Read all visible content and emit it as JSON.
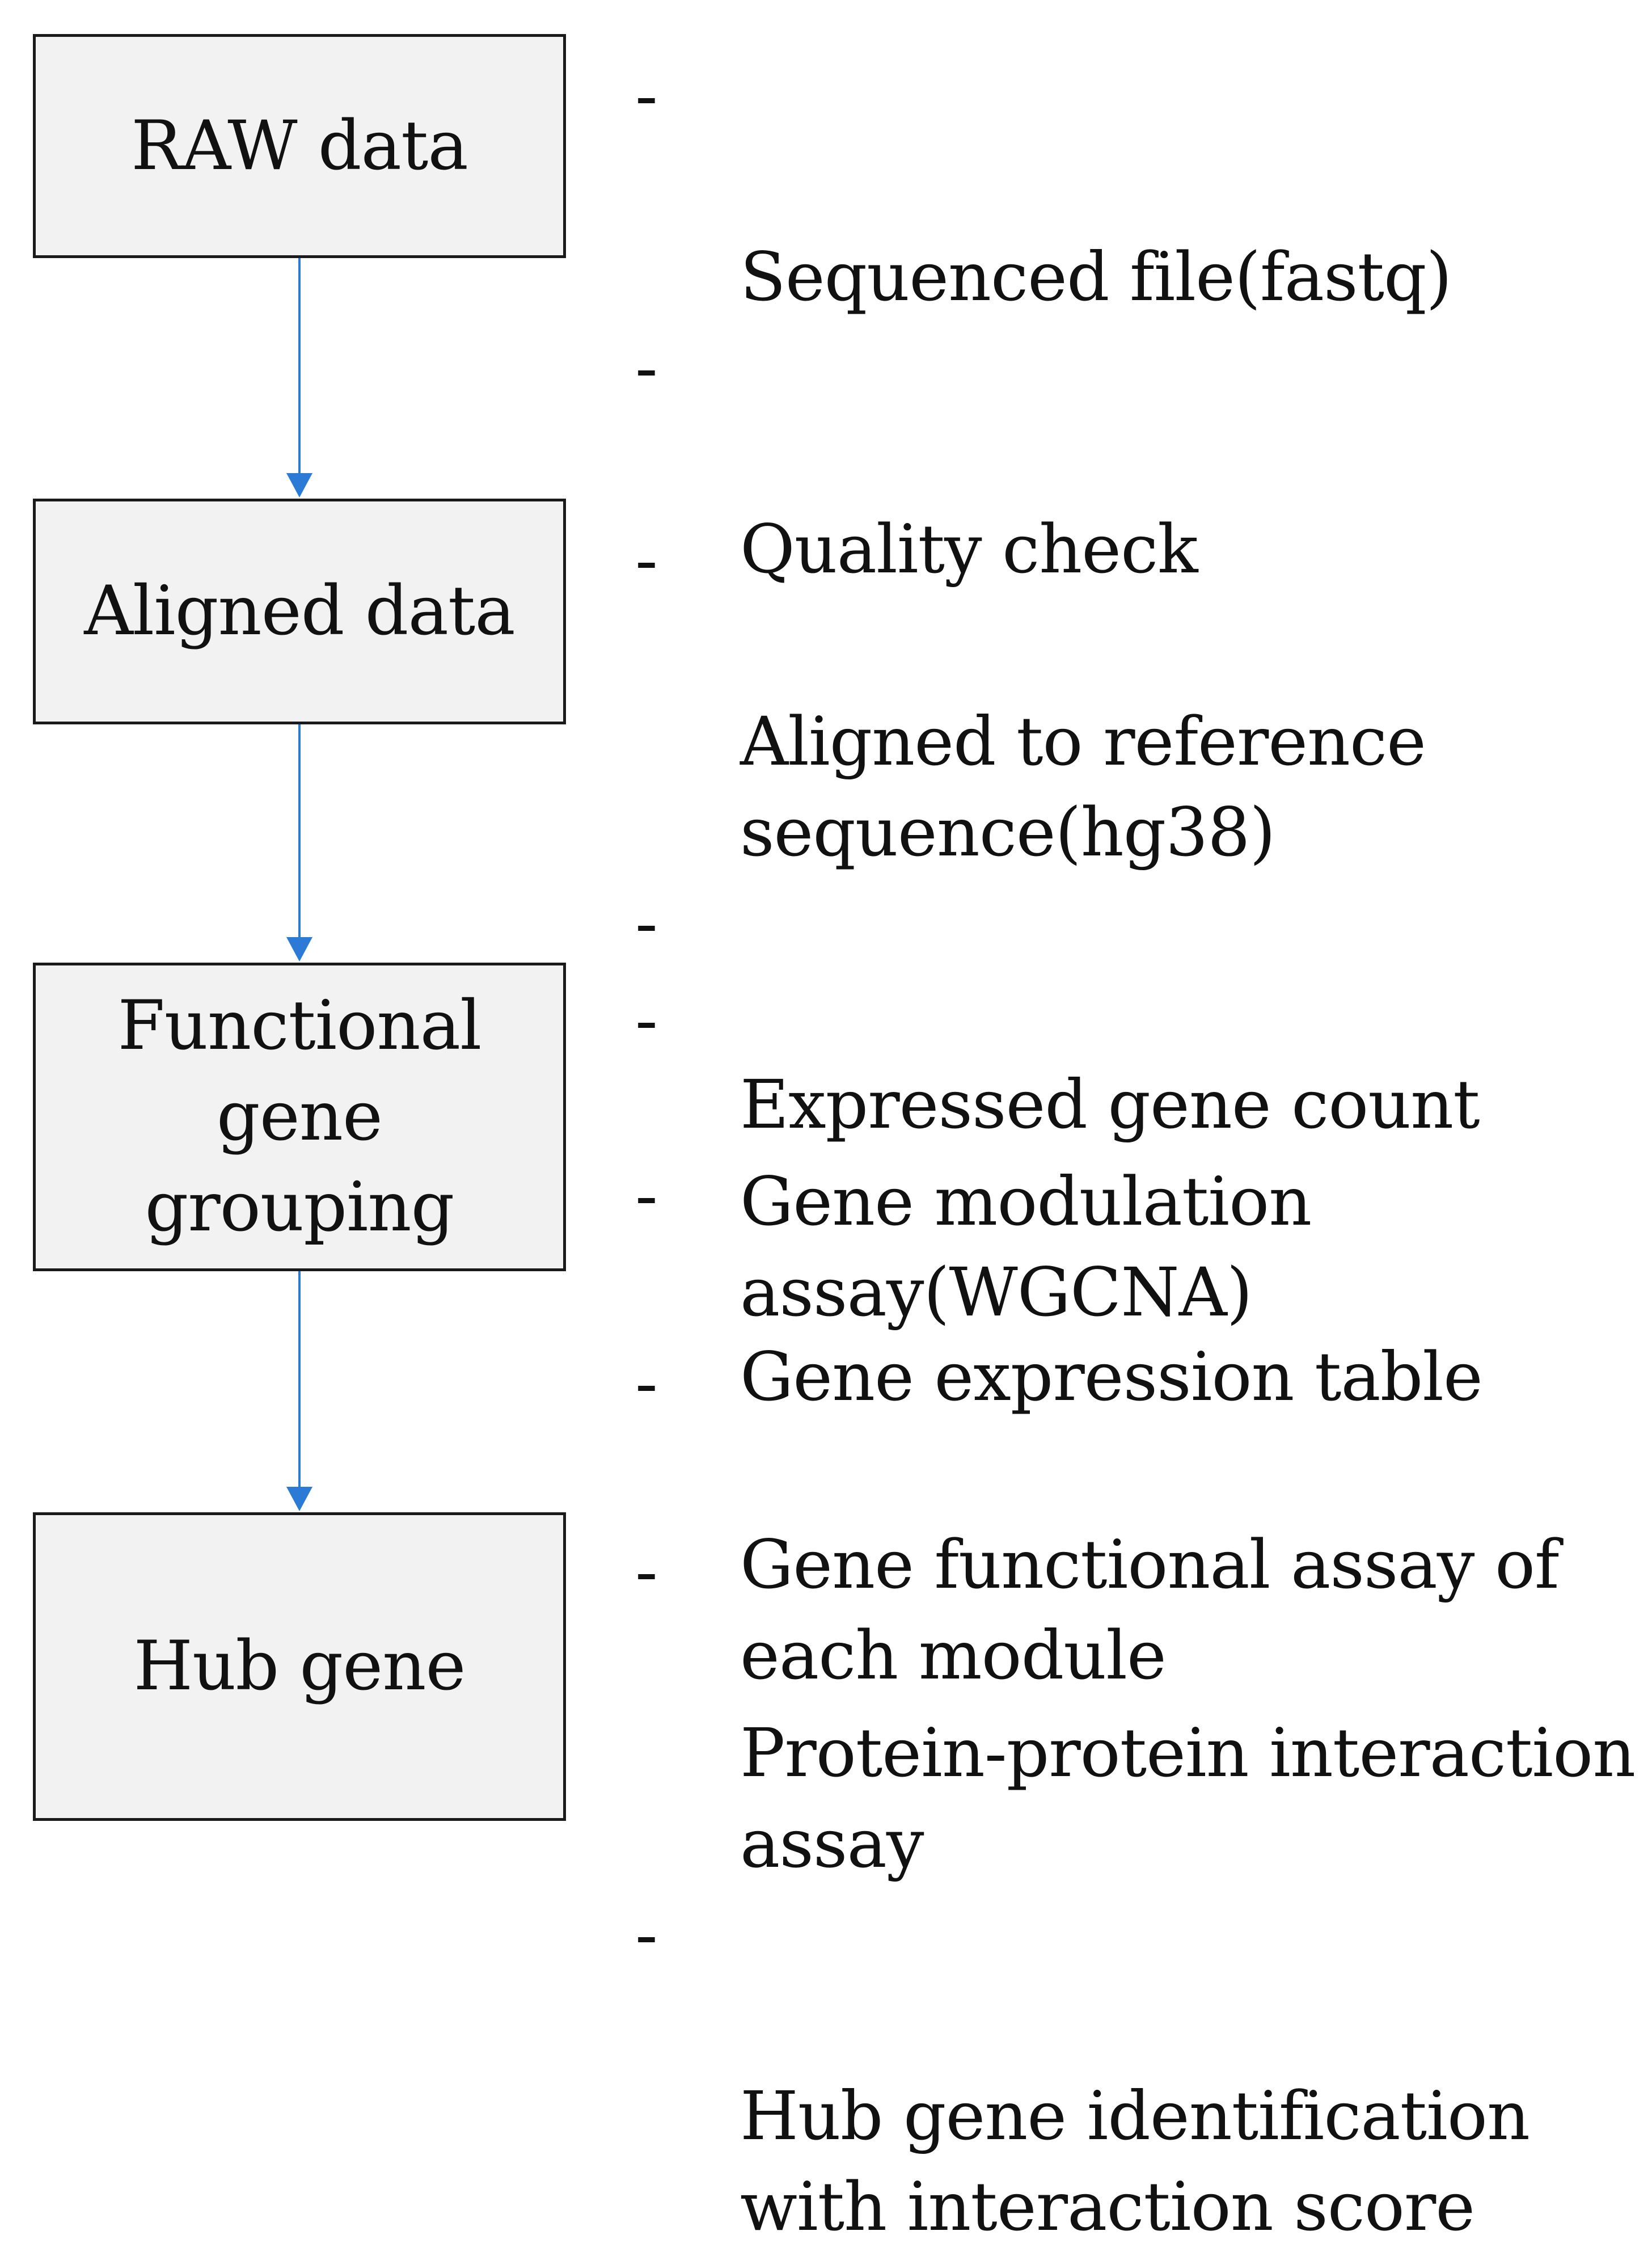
{
  "steps": [
    {
      "label": "RAW data",
      "details": [
        "Sequenced file(fastq)",
        "Quality check"
      ]
    },
    {
      "label": "Aligned data",
      "details": [
        "Aligned to reference\nsequence(hg38)",
        "Expressed gene count",
        "Gene expression table"
      ]
    },
    {
      "label": "Functional\ngene\ngrouping",
      "details": [
        "Gene modulation\nassay(WGCNA)",
        "Gene functional assay of\neach module"
      ]
    },
    {
      "label": "Hub gene",
      "details": [
        "Protein-protein interaction\nassay",
        "Hub gene identification\nwith interaction score"
      ]
    }
  ],
  "bullet_glyph": "-",
  "colors": {
    "arrow": "#2b7bd6",
    "box_fill": "#f2f2f2",
    "box_border": "#1a1a1a",
    "text": "#111111"
  }
}
